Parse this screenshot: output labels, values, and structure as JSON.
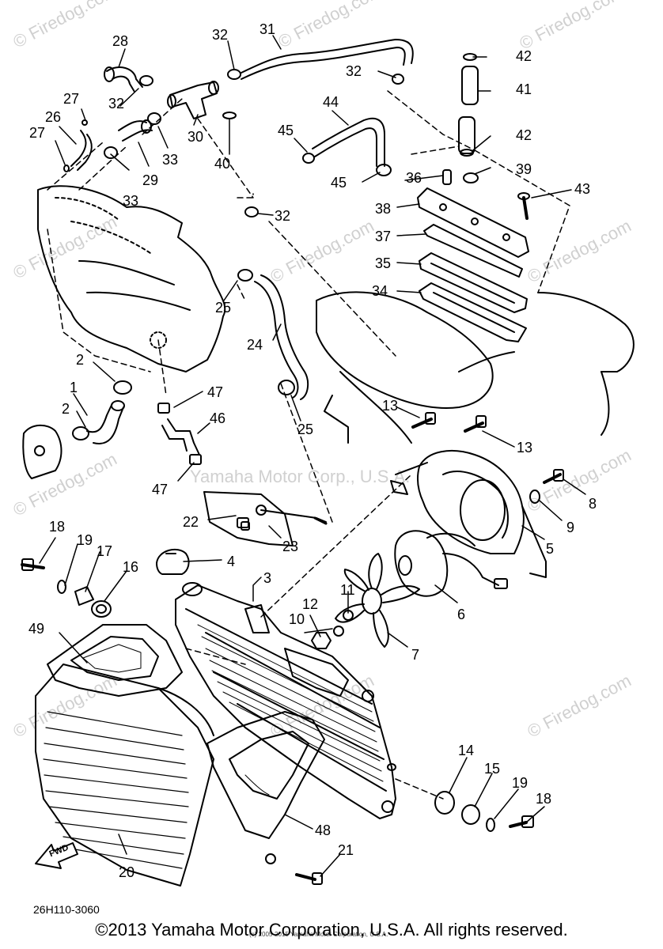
{
  "watermark": "© Firedog.com",
  "watermark_mid": "Yamaha Motor Corp., U.S.A.",
  "drawing_id": "26H110-3060",
  "fine_print": "(c) 2005-2015 Yamaha Motor Corporation, U.S.A.",
  "copyright": "©2013 Yamaha Motor Corporation, U.S.A. All rights reserved.",
  "fwd_label": "FWD",
  "callouts": {
    "n1": "1",
    "n2a": "2",
    "n2b": "2",
    "n3": "3",
    "n4": "4",
    "n5": "5",
    "n6": "6",
    "n7": "7",
    "n8": "8",
    "n9": "9",
    "n10": "10",
    "n11": "11",
    "n12": "12",
    "n13a": "13",
    "n13b": "13",
    "n14": "14",
    "n15": "15",
    "n16": "16",
    "n17": "17",
    "n18a": "18",
    "n18b": "18",
    "n19a": "19",
    "n19b": "19",
    "n20": "20",
    "n21": "21",
    "n22": "22",
    "n23": "23",
    "n24": "24",
    "n25a": "25",
    "n25b": "25",
    "n26": "26",
    "n27a": "27",
    "n27b": "27",
    "n28": "28",
    "n29": "29",
    "n30": "30",
    "n31": "31",
    "n32a": "32",
    "n32b": "32",
    "n32c": "32",
    "n32d": "32",
    "n33a": "33",
    "n33b": "33",
    "n34": "34",
    "n35": "35",
    "n36": "36",
    "n37": "37",
    "n38": "38",
    "n39": "39",
    "n40": "40",
    "n41": "41",
    "n42a": "42",
    "n42b": "42",
    "n43": "43",
    "n44": "44",
    "n45a": "45",
    "n45b": "45",
    "n46": "46",
    "n47a": "47",
    "n47b": "47",
    "n48": "48",
    "n49": "49"
  }
}
